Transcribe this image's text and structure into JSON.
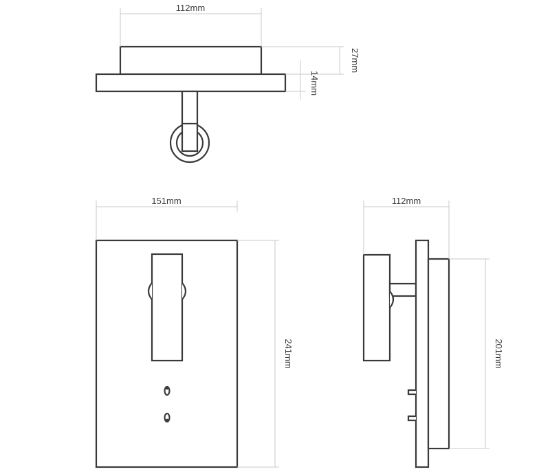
{
  "dimensions": {
    "top_width": "112mm",
    "top_depth": "27mm",
    "top_plate": "14mm",
    "front_width": "151mm",
    "front_height": "241mm",
    "side_depth": "112mm",
    "side_height": "201mm"
  },
  "colors": {
    "outline": "#3a3a3a",
    "dimension_line": "#c8c8c8",
    "background": "#ffffff"
  }
}
